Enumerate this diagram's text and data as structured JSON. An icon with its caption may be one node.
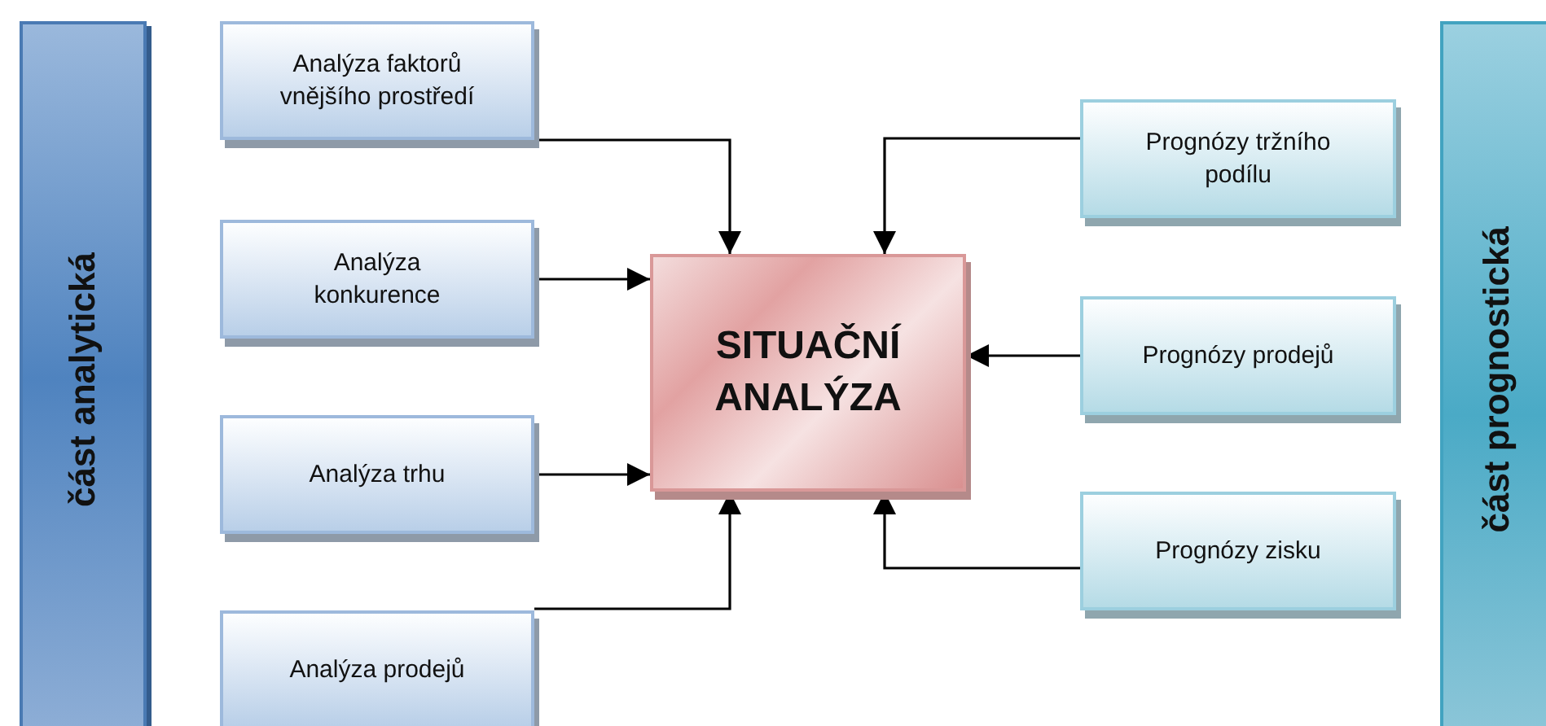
{
  "diagram": {
    "nodes": [
      {
        "text": [
          "část analytická"
        ]
      },
      {
        "text": [
          "Analýza faktorů vnějšího prostředí"
        ]
      },
      {
        "text": [
          "Analýza konkurence"
        ]
      },
      {
        "text": [
          "Analýza trhu"
        ]
      },
      {
        "text": [
          "Analýza prodejů"
        ]
      },
      {
        "text": [
          "SITUAČNÍ ANALÝZA"
        ]
      },
      {
        "text": [
          "Prognózy tržního podílu"
        ]
      },
      {
        "text": [
          "Prognózy prodejů"
        ]
      },
      {
        "text": [
          "Prognózy zisku"
        ]
      },
      {
        "text": [
          "část prognostická"
        ]
      }
    ],
    "edges": [
      {
        "from": 1,
        "to": 5,
        "arrow": "to"
      },
      {
        "from": 2,
        "to": 5,
        "arrow": "to"
      },
      {
        "from": 3,
        "to": 5,
        "arrow": "to"
      },
      {
        "from": 4,
        "to": 5,
        "arrow": "to"
      },
      {
        "from": 6,
        "to": 5,
        "arrow": "to"
      },
      {
        "from": 7,
        "to": 5,
        "arrow": "to"
      },
      {
        "from": 8,
        "to": 5,
        "arrow": "to"
      }
    ]
  }
}
